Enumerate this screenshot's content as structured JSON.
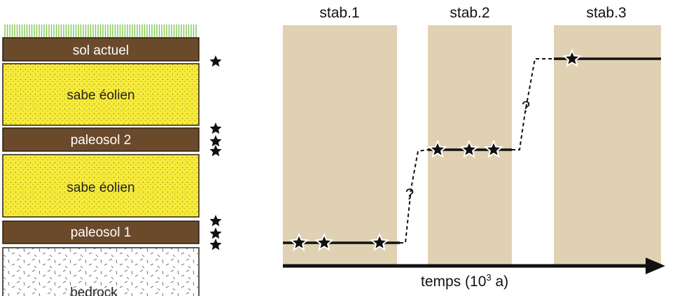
{
  "colors": {
    "paleosol": "#6b4a2b",
    "eolian_sand": "#f6ea3a",
    "bedrock": "#ffffff",
    "grass": "#7fc850",
    "stability_band": "#e0d1b3",
    "line": "#111111"
  },
  "column": {
    "layers": [
      {
        "kind": "paleosol",
        "label": "sol actuel",
        "star_count": 1
      },
      {
        "kind": "eolian_sand",
        "label": "sabe éolien",
        "star_count": 0
      },
      {
        "kind": "paleosol",
        "label": "paleosol 2",
        "star_count": 3
      },
      {
        "kind": "eolian_sand",
        "label": "sabe éolien",
        "star_count": 0
      },
      {
        "kind": "paleosol",
        "label": "paleosol 1",
        "star_count": 3
      },
      {
        "kind": "bedrock",
        "label": "bedrock",
        "star_count": 0
      }
    ]
  },
  "timeline": {
    "axis_label": "temps (10",
    "axis_label_superscript": "3",
    "axis_label_suffix": " a)",
    "periods": [
      {
        "label": "stab.1",
        "star_count": 3
      },
      {
        "label": "stab.2",
        "star_count": 3
      },
      {
        "label": "stab.3",
        "star_count": 1
      }
    ],
    "uncertain_marker": "?"
  }
}
